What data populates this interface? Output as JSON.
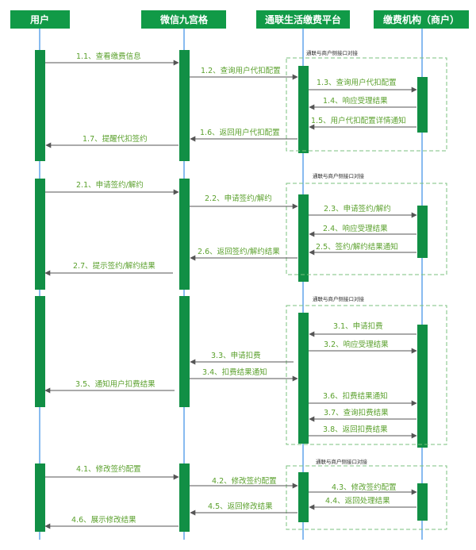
{
  "participants": {
    "user": "用户",
    "wechat": "微信九宫格",
    "platform": "通联生活缴费平台",
    "merchant": "缴费机构（商户）"
  },
  "colors": {
    "header": "#119a47",
    "activation": "#118f45",
    "lifeline": "#3a8ee6",
    "message_text": "#5aa02c",
    "frame": "#7bc27f"
  },
  "frames": {
    "f1": "通联与商户侧接口对接",
    "f2": "通联与商户侧接口对接",
    "f3": "通联与商户侧接口对接",
    "f4": "通联与商户侧接口对接"
  },
  "messages": {
    "m1_1": "1.1、查看缴费信息",
    "m1_2": "1.2、查询用户代扣配置",
    "m1_3": "1.3、查询用户代扣配置",
    "m1_4": "1.4、响应受理结果",
    "m1_5": "1.5、用户代扣配置详情通知",
    "m1_6": "1.6、返回用户代扣配置",
    "m1_7": "1.7、提醒代扣签约",
    "m2_1": "2.1、申请签约/解约",
    "m2_2": "2.2、申请签约/解约",
    "m2_3": "2.3、申请签约/解约",
    "m2_4": "2.4、响应受理结果",
    "m2_5": "2.5、签约/解约结果通知",
    "m2_6": "2.6、返回签约/解约结果",
    "m2_7": "2.7、提示签约/解约结果",
    "m3_1": "3.1、申请扣费",
    "m3_2": "3.2、响应受理结果",
    "m3_3": "3.3、申请扣费",
    "m3_4": "3.4、扣费结果通知",
    "m3_5": "3.5、通知用户扣费结果",
    "m3_6": "3.6、扣费结果通知",
    "m3_7": "3.7、查询扣费结果",
    "m3_8": "3.8、返回扣费结果",
    "m4_1": "4.1、修改签约配置",
    "m4_2": "4.2、修改签约配置",
    "m4_3": "4.3、修改签约配置",
    "m4_4": "4.4、返回处理结果",
    "m4_5": "4.5、返回修改结果",
    "m4_6": "4.6、展示修改结果"
  }
}
